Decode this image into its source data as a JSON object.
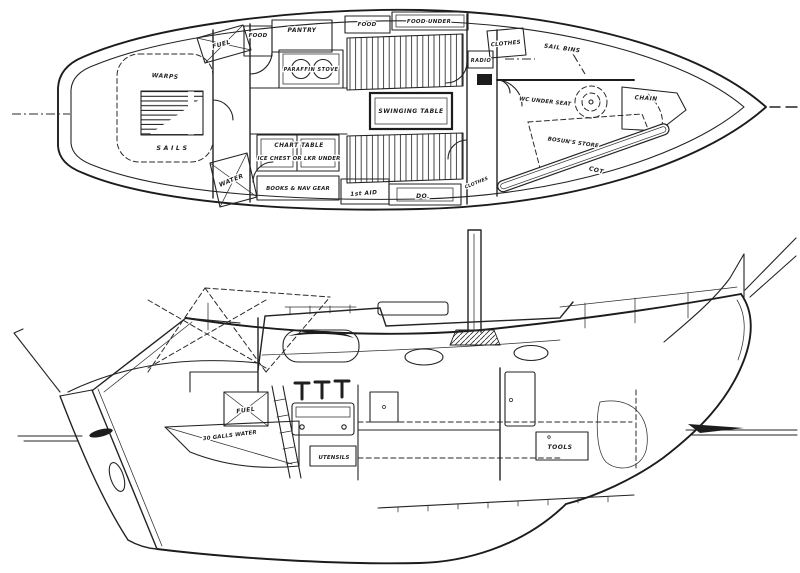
{
  "sheet": {
    "description": "Yacht accommodation drawings: deck plan above, inboard profile below",
    "colors": {
      "ink": "#232323",
      "paper": "#ffffff"
    }
  },
  "plan_view": {
    "labels": {
      "warps": "WARPS",
      "sails": "SAILS",
      "water": "WATER",
      "fuel": "FUEL",
      "food_fwd": "FOOD",
      "pantry": "PANTRY",
      "paraffin_stove": "PARAFFIN STOVE",
      "food_mid": "FOOD",
      "food_under": "FOOD UNDER",
      "chart_table": "CHART TABLE",
      "ice_chest": "ICE CHEST OR LKR UNDER",
      "books_nav": "BOOKS & NAV GEAR",
      "first_aid": "1st AID",
      "do_ditto": "DO.",
      "swinging_table": "SWINGING TABLE",
      "clothes_port": "CLOTHES",
      "clothes_stbd": "CLOTHES",
      "radio": "RADIO",
      "sail_bins": "SAIL BINS",
      "wc_under_seat": "WC UNDER SEAT",
      "chain": "CHAIN",
      "bosuns_store": "BOSUN'S STORE",
      "cot": "COT"
    }
  },
  "profile_view": {
    "labels": {
      "fuel": "FUEL",
      "water_tank": "30 GALLS WATER",
      "utensils": "UTENSILS",
      "tools": "TOOLS"
    }
  }
}
